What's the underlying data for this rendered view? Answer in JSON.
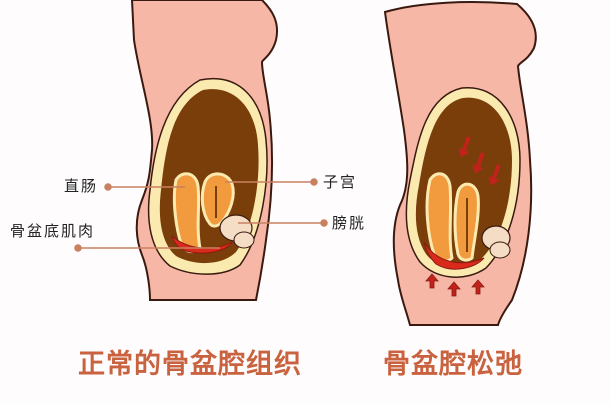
{
  "labels": {
    "rectum": "直肠",
    "pelvic_floor_muscle": "骨盆底肌肉",
    "uterus": "子宫",
    "bladder": "膀胱"
  },
  "captions": {
    "left": "正常的骨盆腔组织",
    "right": "骨盆腔松弛"
  },
  "colors": {
    "skin": "#f6b7a7",
    "outline": "#3a1a10",
    "fat_layer": "#fbeab0",
    "cavity": "#7a3e0a",
    "organ": "#f29a3e",
    "muscle": "#d92a1c",
    "bladder": "#f5dcc4",
    "leader_line": "#c98060",
    "caption_text": "#c9623f",
    "arrow": "#c1221a"
  }
}
